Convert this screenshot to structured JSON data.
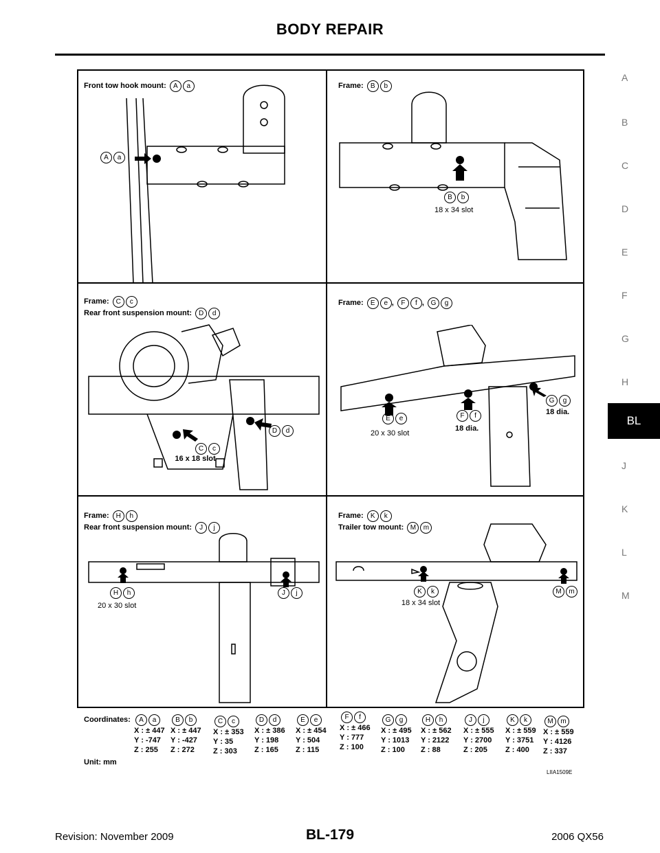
{
  "header": {
    "title": "BODY REPAIR"
  },
  "side_tabs": [
    "A",
    "B",
    "C",
    "D",
    "E",
    "F",
    "G",
    "H",
    "BL",
    "J",
    "K",
    "L",
    "M"
  ],
  "active_tab": "BL",
  "panels": {
    "p1": {
      "title": "Front tow hook mount:",
      "circles": [
        "A",
        "a"
      ],
      "callout_circles": [
        "A",
        "a"
      ]
    },
    "p2": {
      "title": "Frame:",
      "circles": [
        "B",
        "b"
      ],
      "callout_circles": [
        "B",
        "b"
      ],
      "note": "18 x 34 slot"
    },
    "p3": {
      "title1": "Frame:",
      "circles1": [
        "C",
        "c"
      ],
      "title2": "Rear front suspension mount:",
      "circles2": [
        "D",
        "d"
      ],
      "callout1": [
        "C",
        "c"
      ],
      "note1": "16 x 18 slot",
      "callout2": [
        "D",
        "d"
      ]
    },
    "p4": {
      "title": "Frame:",
      "circles": [
        "E",
        "e",
        "F",
        "f",
        "G",
        "g"
      ],
      "callout1": [
        "E",
        "e"
      ],
      "note1": "20 x 30 slot",
      "callout2": [
        "F",
        "f"
      ],
      "note2": "18 dia.",
      "callout3": [
        "G",
        "g"
      ],
      "note3": "18 dia."
    },
    "p5": {
      "title1": "Frame:",
      "circles1": [
        "H",
        "h"
      ],
      "title2": "Rear front suspension mount:",
      "circles2": [
        "J",
        "j"
      ],
      "callout1": [
        "H",
        "h"
      ],
      "note1": "20 x 30 slot",
      "callout2": [
        "J",
        "j"
      ]
    },
    "p6": {
      "title1": "Frame:",
      "circles1": [
        "K",
        "k"
      ],
      "title2": "Trailer tow mount:",
      "circles2": [
        "M",
        "m"
      ],
      "callout1": [
        "K",
        "k"
      ],
      "note1": "18 x 34 slot",
      "callout2": [
        "M",
        "m"
      ]
    }
  },
  "coordinates": {
    "label": "Coordinates:",
    "unit": "Unit: mm",
    "columns": [
      {
        "id": [
          "A",
          "a"
        ],
        "x": "X : ± 447",
        "y": "Y : -747",
        "z": "Z : 255"
      },
      {
        "id": [
          "B",
          "b"
        ],
        "x": "X : ± 447",
        "y": "Y : -427",
        "z": "Z : 272"
      },
      {
        "id": [
          "C",
          "c"
        ],
        "x": "X : ± 353",
        "y": "Y : 35",
        "z": "Z : 303"
      },
      {
        "id": [
          "D",
          "d"
        ],
        "x": "X : ± 386",
        "y": "Y : 198",
        "z": "Z : 165"
      },
      {
        "id": [
          "E",
          "e"
        ],
        "x": "X : ± 454",
        "y": "Y : 504",
        "z": "Z : 115"
      },
      {
        "id": [
          "F",
          "f"
        ],
        "x": "X : ± 466",
        "y": "Y : 777",
        "z": "Z : 100"
      },
      {
        "id": [
          "G",
          "g"
        ],
        "x": "X : ± 495",
        "y": "Y : 1013",
        "z": "Z : 100"
      },
      {
        "id": [
          "H",
          "h"
        ],
        "x": "X : ± 562",
        "y": "Y : 2122",
        "z": "Z : 88"
      },
      {
        "id": [
          "J",
          "j"
        ],
        "x": "X : ± 555",
        "y": "Y : 2700",
        "z": "Z : 205"
      },
      {
        "id": [
          "K",
          "k"
        ],
        "x": "X : ± 559",
        "y": "Y : 3751",
        "z": "Z : 400"
      },
      {
        "id": [
          "M",
          "m"
        ],
        "x": "X : ± 559",
        "y": "Y : 4126",
        "z": "Z : 337"
      }
    ]
  },
  "figure_code": "LIIA1509E",
  "footer": {
    "left": "Revision: November 2009",
    "center": "BL-179",
    "right": "2006 QX56"
  }
}
